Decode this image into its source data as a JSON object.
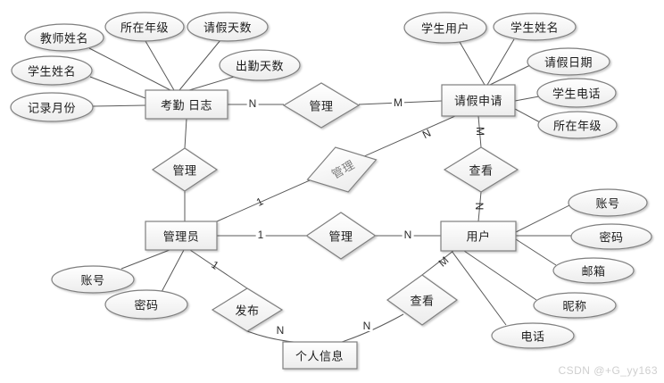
{
  "diagram": {
    "title_hint": "ER diagram: attendance / leave management system",
    "entities": {
      "attendance_log": "考勤 日志",
      "leave_request": "请假申请",
      "admin": "管理员",
      "user": "用户",
      "personal_info": "个人信息"
    },
    "relationships": {
      "manage": "管理",
      "view": "查看",
      "publish": "发布"
    },
    "attributes": {
      "teacher_name": "教师姓名",
      "grade": "所在年级",
      "leave_days": "请假天数",
      "attendance_days": "出勤天数",
      "student_name": "学生姓名",
      "record_month": "记录月份",
      "student_user": "学生用户",
      "leave_date": "请假日期",
      "student_phone": "学生电话",
      "account": "账号",
      "password": "密码",
      "email": "邮箱",
      "nickname": "昵称",
      "phone": "电话"
    },
    "cardinality": {
      "one": "1",
      "n": "N",
      "m": "M"
    },
    "entity_attributes": {
      "考勤日志": [
        "教师姓名",
        "所在年级",
        "请假天数",
        "出勤天数",
        "学生姓名",
        "记录月份"
      ],
      "请假申请": [
        "学生用户",
        "学生姓名",
        "请假日期",
        "学生电话",
        "所在年级"
      ],
      "管理员": [
        "账号",
        "密码"
      ],
      "用户": [
        "账号",
        "密码",
        "邮箱",
        "昵称",
        "电话"
      ]
    },
    "connections": [
      {
        "from": "考勤日志",
        "relationship": "管理",
        "to": "请假申请",
        "from_card": "N",
        "to_card": "M"
      },
      {
        "from": "考勤日志",
        "relationship": "管理",
        "to": "管理员",
        "from_card": "",
        "to_card": ""
      },
      {
        "from": "管理员",
        "relationship": "管理",
        "to": "请假申请",
        "from_card": "1",
        "to_card": "N"
      },
      {
        "from": "管理员",
        "relationship": "管理",
        "to": "用户",
        "from_card": "1",
        "to_card": "N"
      },
      {
        "from": "请假申请",
        "relationship": "查看",
        "to": "用户",
        "from_card": "M",
        "to_card": "N"
      },
      {
        "from": "管理员",
        "relationship": "发布",
        "to": "个人信息",
        "from_card": "1",
        "to_card": "N"
      },
      {
        "from": "用户",
        "relationship": "查看",
        "to": "个人信息",
        "from_card": "M",
        "to_card": "N"
      }
    ],
    "colors": {
      "shape_stroke": "#7f7f7f",
      "line_stroke": "#595959",
      "fill_top": "#ffffff",
      "fill_bottom": "#ececec",
      "watermark": "#cfcfcf"
    },
    "watermark": "CSDN @+G_yy163"
  }
}
